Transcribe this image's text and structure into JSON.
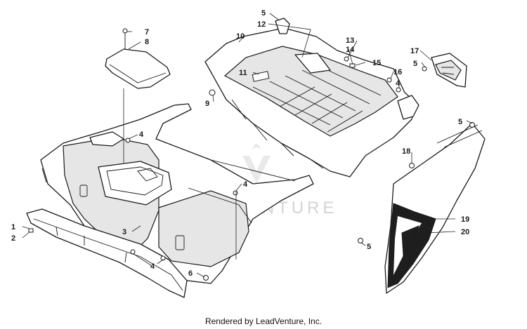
{
  "diagram": {
    "watermark": "LEADVENTURE",
    "footer": "Rendered by LeadVenture, Inc.",
    "callouts": [
      "1",
      "2",
      "3",
      "4",
      "4",
      "4",
      "4",
      "5",
      "5",
      "5",
      "5",
      "6",
      "7",
      "8",
      "9",
      "10",
      "11",
      "12",
      "13",
      "14",
      "15",
      "16",
      "17",
      "18",
      "19",
      "20"
    ]
  }
}
